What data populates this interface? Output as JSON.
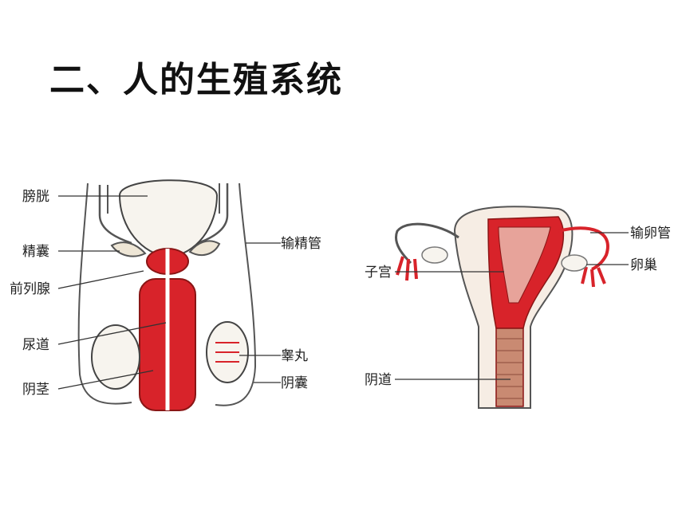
{
  "title": "二、人的生殖系统",
  "male": {
    "labels": {
      "bladder": "膀胱",
      "seminal_vesicle": "精囊",
      "prostate": "前列腺",
      "urethra": "尿道",
      "penis": "阴茎",
      "vas_deferens": "输精管",
      "testis": "睾丸",
      "scrotum": "阴囊"
    }
  },
  "female": {
    "labels": {
      "oviduct": "输卵管",
      "ovary": "卵巢",
      "uterus": "子宫",
      "vagina": "阴道"
    }
  },
  "colors": {
    "red": "#d8232a",
    "pink": "#e86a6a",
    "line": "#333333"
  }
}
